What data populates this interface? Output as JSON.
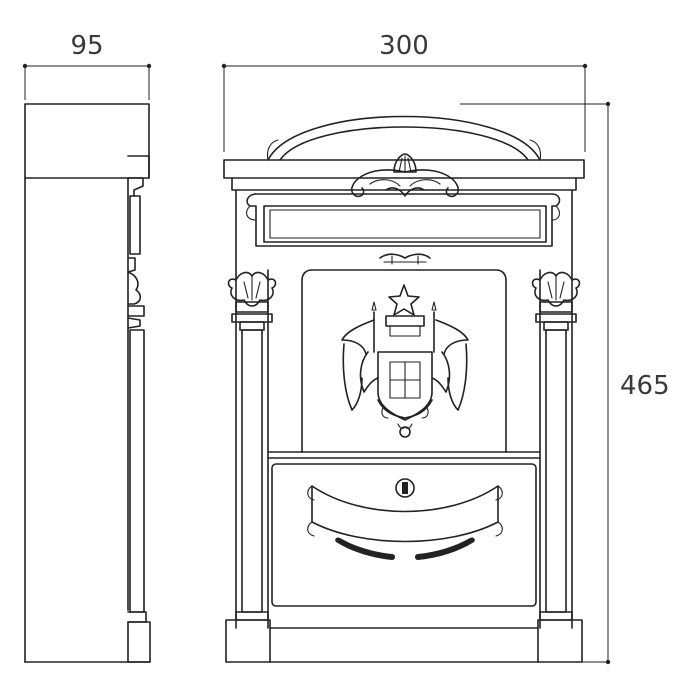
{
  "dimensions": {
    "depth": {
      "value": "95"
    },
    "width": {
      "value": "300"
    },
    "height": {
      "value": "465"
    }
  }
}
